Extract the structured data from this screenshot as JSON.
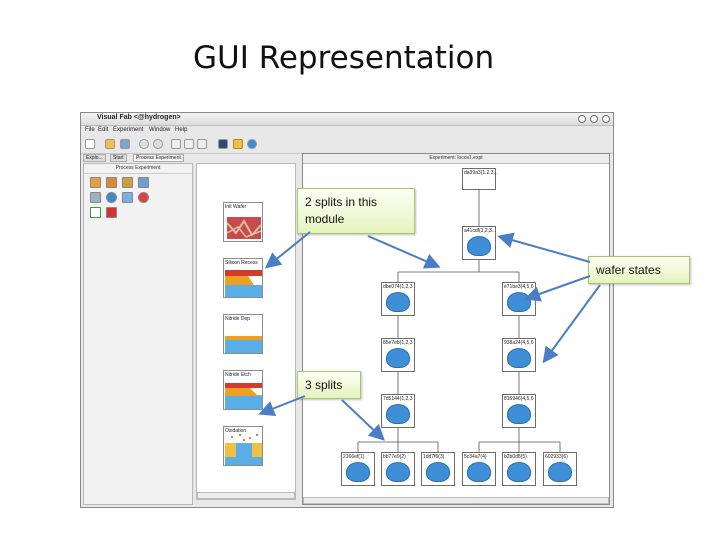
{
  "slide": {
    "title": "GUI Representation"
  },
  "window": {
    "title": "Visual Fab <@hydrogen>",
    "menus": [
      "File",
      "Edit",
      "Experiment",
      "Window",
      "Help"
    ],
    "tabs": [
      "Explo...",
      "Start",
      "Process Experiment"
    ],
    "left_panel_title": "Process Experiment",
    "experiment_title": "Experiment: locos1.expt"
  },
  "modules": [
    "Init Wafer",
    "Silicon Recess",
    "Nitride Dep",
    "Nitride Etch",
    "Oxidation"
  ],
  "nodes": [
    "da39a3(1.2.3...",
    "a41cdf(1,2,3...",
    "dbe074(1,2,3",
    "e71be3(4,5,6",
    "85e7eb(1,2,3",
    "938a24(4,5,6",
    "7d5144(1,2,3",
    "816946(4,5,6",
    "2166ef(1)",
    "bb77e9(2)",
    "1dd7f6(3)",
    "5c34a7(4)",
    "b2b0d8(5)",
    "602933(6)"
  ],
  "callouts": {
    "splits_module": "2 splits in this module",
    "wafer_states": "wafer states",
    "three_splits": "3 splits"
  },
  "colors": {
    "wafer": "#3e8fd8",
    "callout_bg": "#e6f3bf",
    "arrow": "#4a7ec4",
    "substrate_blue": "#5aaee8",
    "layer_orange": "#f0a020",
    "layer_red": "#d23a2a"
  }
}
